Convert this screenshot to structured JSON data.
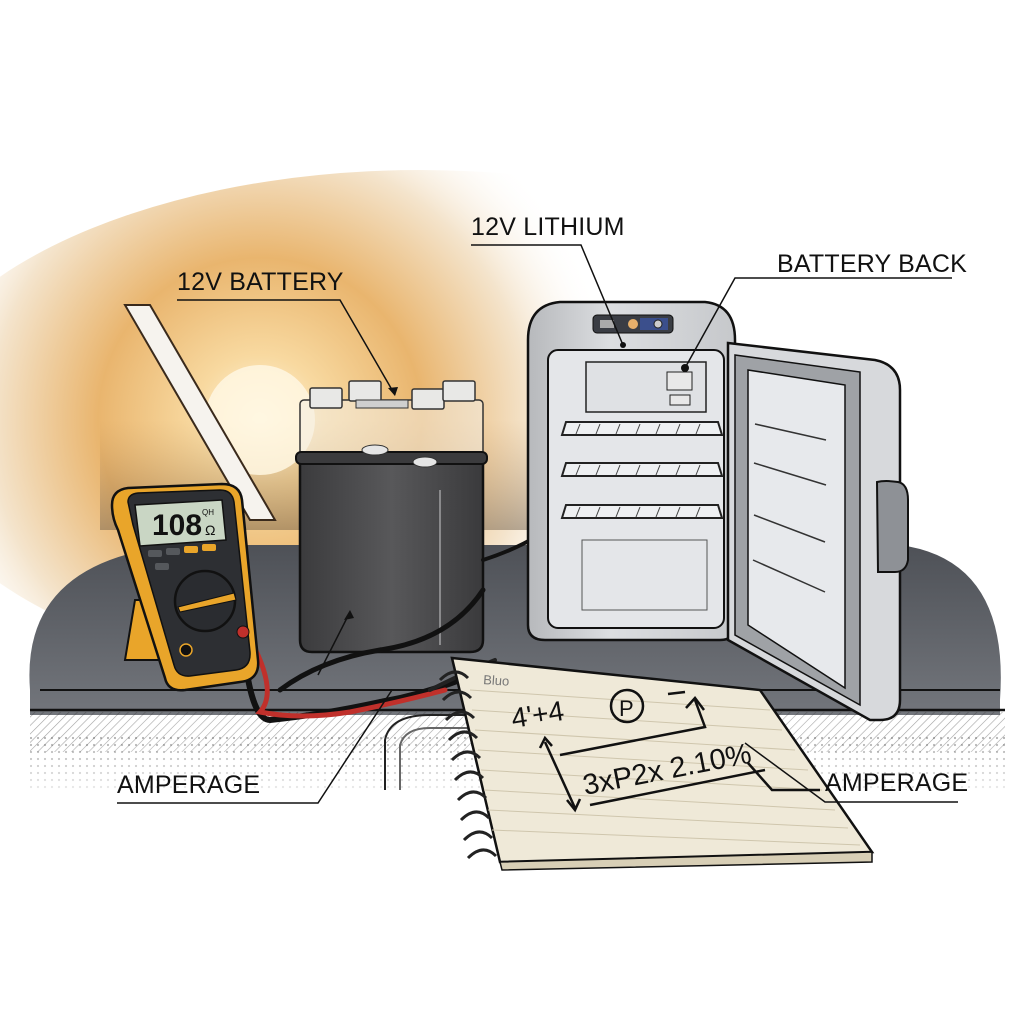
{
  "illustration": {
    "subject": "12V battery powering portable fridge, measured with multimeter",
    "colors": {
      "sunset_glow": "#f2c77a",
      "sun_core": "#fff3d6",
      "desk": "#5a5d64",
      "battery_body": "#4a4a4c",
      "multimeter_case": "#e9a52a",
      "multimeter_face": "#2d2f33",
      "lcd": "#c9d6c4",
      "fridge": "#d7d9dc",
      "notebook_paper": "#efe9d8",
      "lead_red": "#c0302b",
      "lead_black": "#1b1b1b",
      "ink": "#111111"
    }
  },
  "labels": {
    "battery": "12V BATTERY",
    "lithium": "12V LITHIUM",
    "battery_back": "BATTERY BACK",
    "amperage_left": "AMPERAGE",
    "amperage_right": "AMPERAGE"
  },
  "multimeter": {
    "display": "108",
    "display_unit": "Ω",
    "display_superscript": "QH"
  },
  "notebook": {
    "header": "Bluo",
    "line1": "4'+4",
    "circled": "P",
    "line2": "3xP2x 2.10%"
  }
}
